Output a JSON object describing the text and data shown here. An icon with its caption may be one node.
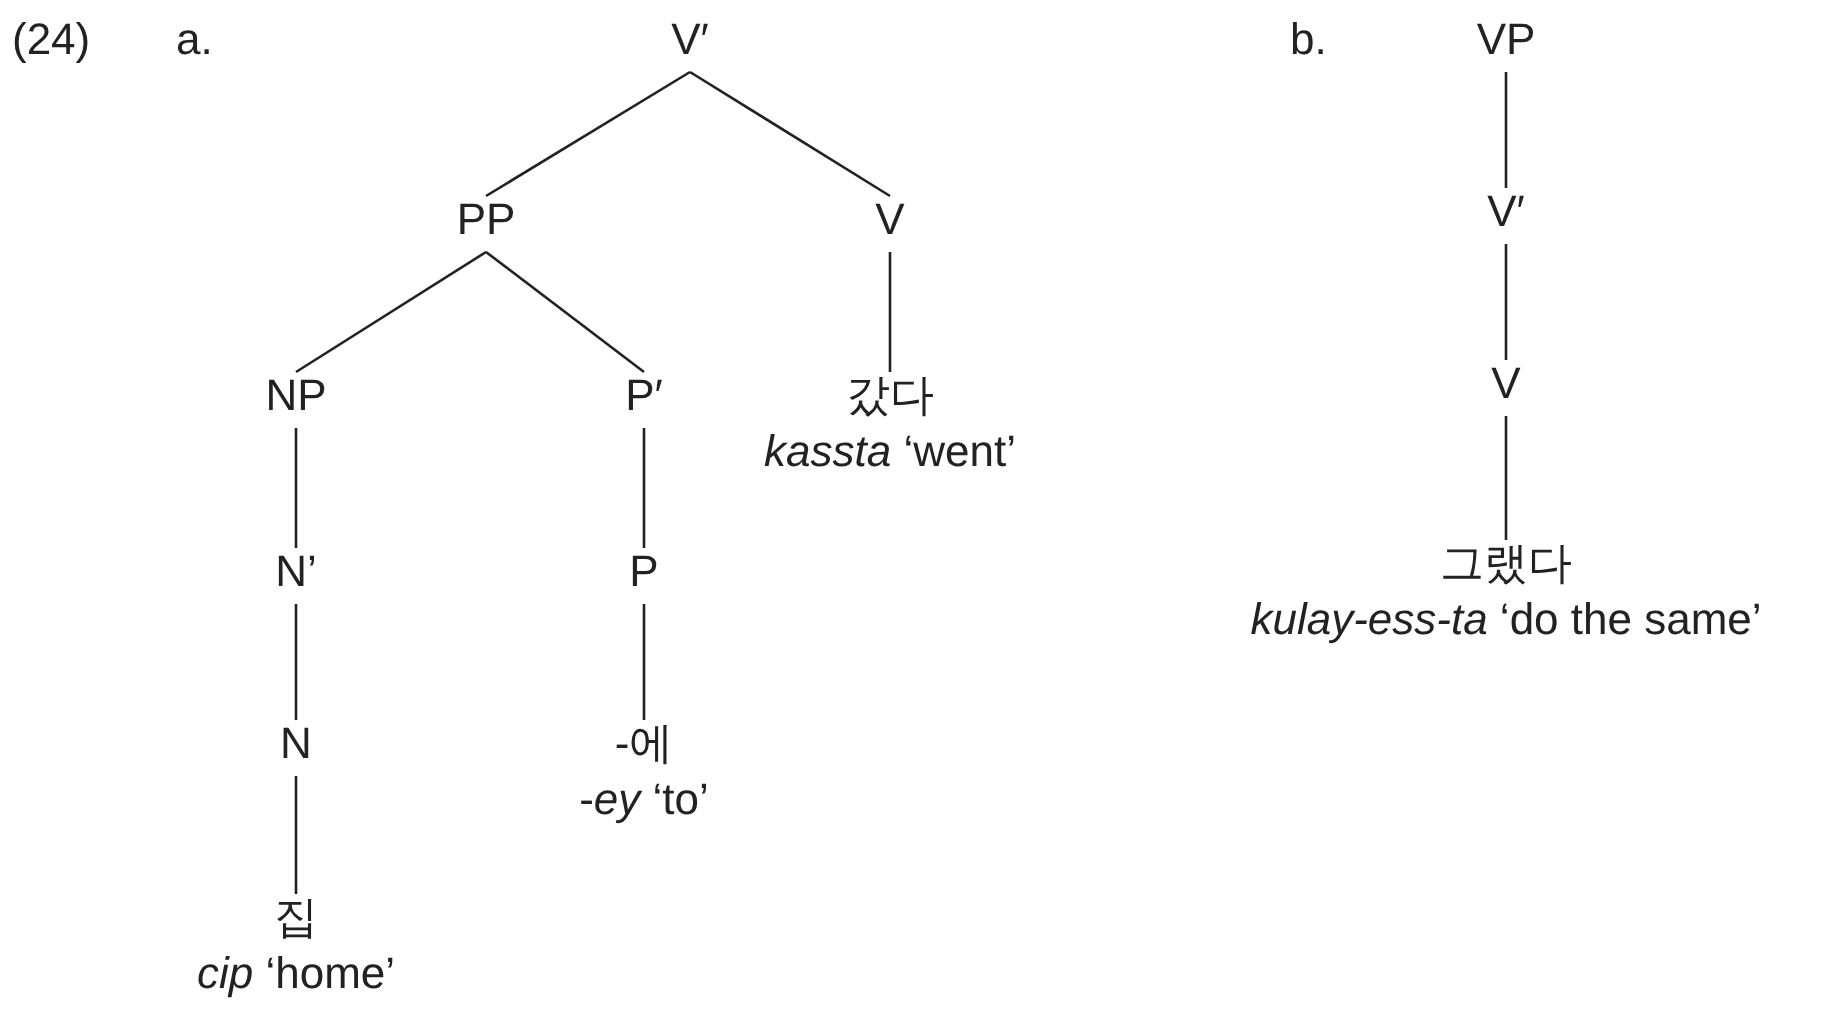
{
  "diagram": {
    "nodes": [
      {
        "text": [
          "V′"
        ]
      },
      {
        "text": [
          "PP"
        ]
      },
      {
        "text": [
          "V"
        ]
      },
      {
        "text": [
          "NP"
        ]
      },
      {
        "text": [
          "P′"
        ]
      },
      {
        "text": [
          "갔다",
          "*kassta* ‘went’"
        ]
      },
      {
        "text": [
          "N’"
        ]
      },
      {
        "text": [
          "P"
        ]
      },
      {
        "text": [
          "N"
        ]
      },
      {
        "text": [
          "-에",
          "-*ey* ‘to’"
        ]
      },
      {
        "text": [
          "집",
          "*cip* ‘home’"
        ]
      },
      {
        "text": [
          "VP"
        ]
      },
      {
        "text": [
          "V′"
        ]
      },
      {
        "text": [
          "V"
        ]
      },
      {
        "text": [
          "그랬다",
          "*kulay-ess-ta* ‘do the same’"
        ]
      }
    ],
    "edges": [
      {
        "from": 0,
        "to": 1,
        "arrow": "none"
      },
      {
        "from": 0,
        "to": 2,
        "arrow": "none"
      },
      {
        "from": 1,
        "to": 3,
        "arrow": "none"
      },
      {
        "from": 1,
        "to": 4,
        "arrow": "none"
      },
      {
        "from": 2,
        "to": 5,
        "arrow": "none"
      },
      {
        "from": 3,
        "to": 6,
        "arrow": "none"
      },
      {
        "from": 4,
        "to": 7,
        "arrow": "none"
      },
      {
        "from": 6,
        "to": 8,
        "arrow": "none"
      },
      {
        "from": 7,
        "to": 9,
        "arrow": "none"
      },
      {
        "from": 8,
        "to": 10,
        "arrow": "none"
      },
      {
        "from": 11,
        "to": 12,
        "arrow": "none"
      },
      {
        "from": 12,
        "to": 13,
        "arrow": "none"
      },
      {
        "from": 13,
        "to": 14,
        "arrow": "none"
      }
    ],
    "labels": [
      "(24)",
      "a.",
      "b."
    ]
  }
}
